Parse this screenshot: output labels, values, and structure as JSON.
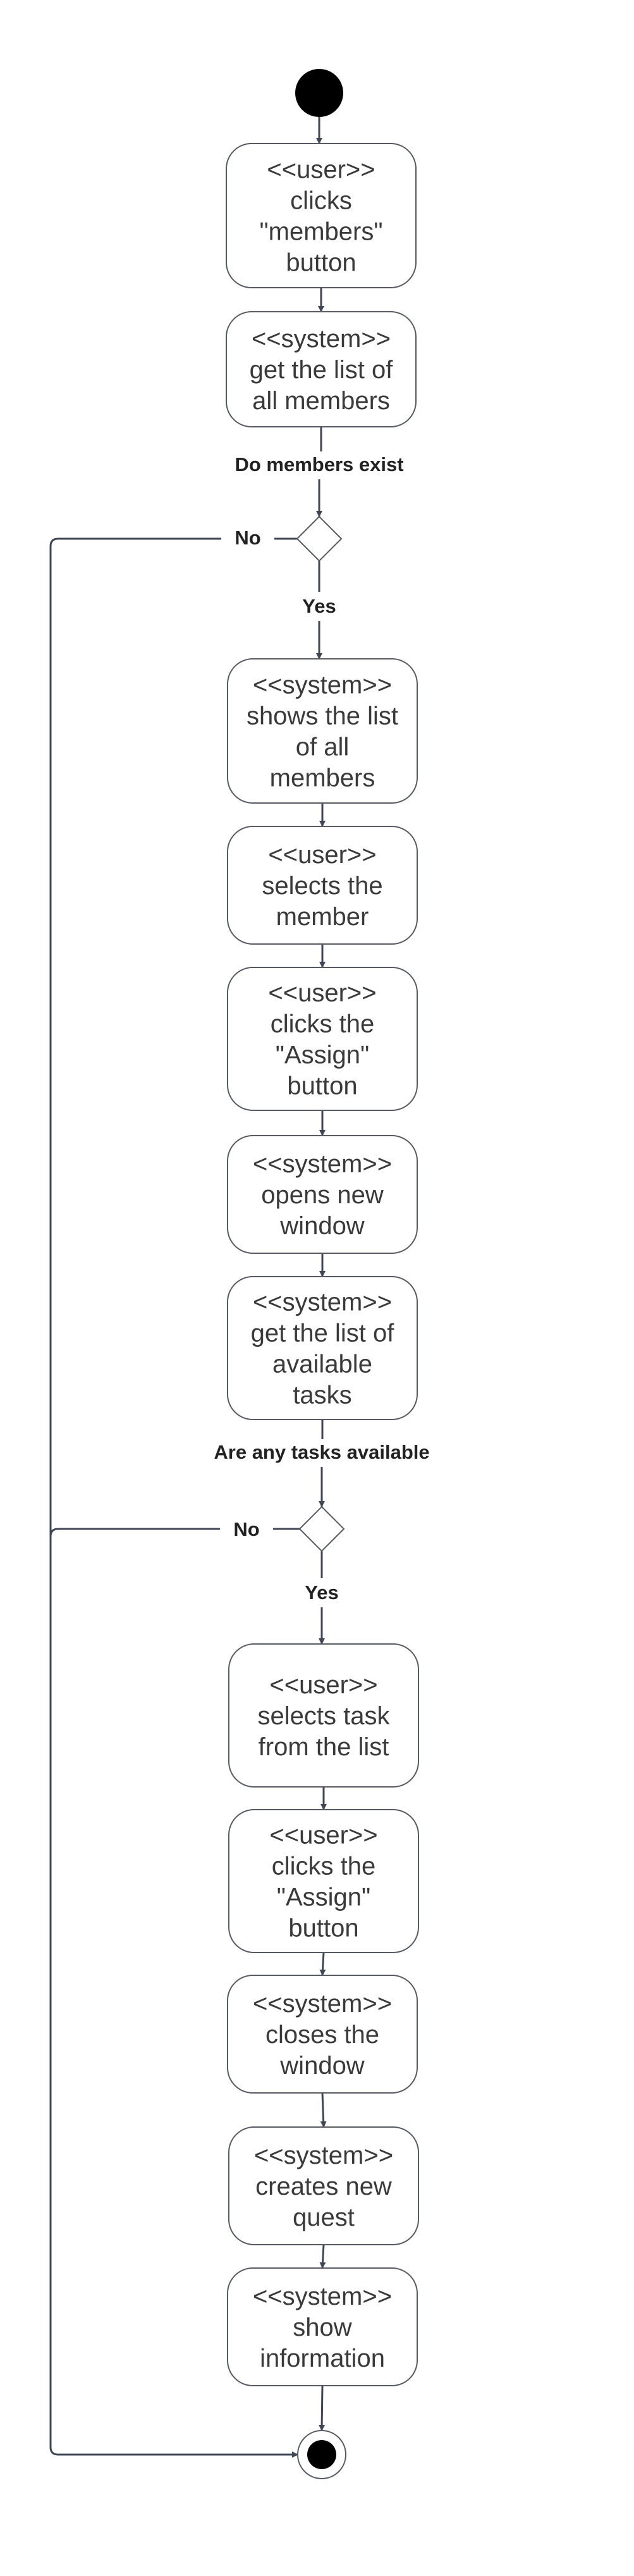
{
  "colors": {
    "line": "#3f4654",
    "box_stroke": "#555a63",
    "text": "#3a3a3a",
    "fill": "#ffffff",
    "node": "#000000"
  },
  "nodes": {
    "a1": [
      "<<user>>",
      "clicks",
      "\"members\"",
      "button"
    ],
    "a2": [
      "<<system>>",
      "get the list of",
      "all members"
    ],
    "a3": [
      "<<system>>",
      "shows the list",
      "of all",
      "members"
    ],
    "a4": [
      "<<user>>",
      "selects the",
      "member"
    ],
    "a5": [
      "<<user>>",
      "clicks the",
      "\"Assign\"",
      "button"
    ],
    "a6": [
      "<<system>>",
      "opens new",
      "window"
    ],
    "a7": [
      "<<system>>",
      "get the list of",
      "available",
      "tasks"
    ],
    "a8": [
      "<<user>>",
      "selects task",
      "from the list"
    ],
    "a9": [
      "<<user>>",
      "clicks the",
      "\"Assign\"",
      "button"
    ],
    "a10": [
      "<<system>>",
      "closes the",
      "window"
    ],
    "a11": [
      "<<system>>",
      "creates new",
      "quest"
    ],
    "a12": [
      "<<system>>",
      "show",
      "information"
    ]
  },
  "decisions": {
    "d1": {
      "condition": "Do members exist",
      "yes": "Yes",
      "no": "No"
    },
    "d2": {
      "condition": "Are any tasks available",
      "yes": "Yes",
      "no": "No"
    }
  }
}
